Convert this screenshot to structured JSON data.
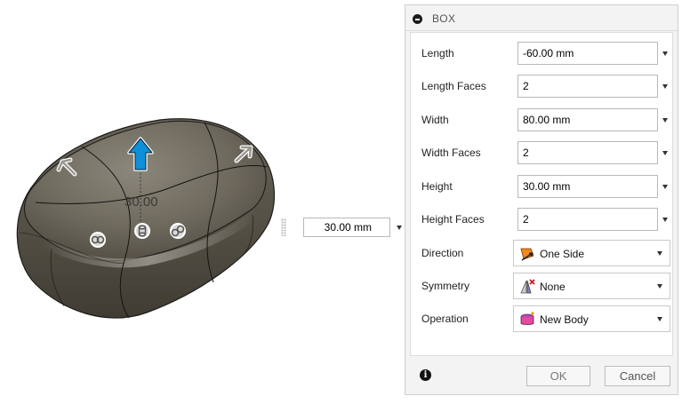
{
  "dialog": {
    "title": "BOX",
    "fields": [
      {
        "label": "Length",
        "value": "-60.00 mm"
      },
      {
        "label": "Length Faces",
        "value": "2"
      },
      {
        "label": "Width",
        "value": "80.00 mm"
      },
      {
        "label": "Width Faces",
        "value": "2"
      },
      {
        "label": "Height",
        "value": "30.00 mm"
      },
      {
        "label": "Height Faces",
        "value": "2"
      }
    ],
    "selects": [
      {
        "label": "Direction",
        "value": "One Side",
        "icon": "direction-icon"
      },
      {
        "label": "Symmetry",
        "value": "None",
        "icon": "symmetry-icon"
      },
      {
        "label": "Operation",
        "value": "New Body",
        "icon": "new-body-icon"
      }
    ],
    "ok_label": "OK",
    "cancel_label": "Cancel"
  },
  "viewport": {
    "dimension_label": "30.00",
    "float_input_value": "30.00 mm"
  },
  "colors": {
    "body_fill": "#6f6a5e",
    "manipulator_arrow": "#0f8fd8",
    "panel_bg": "#f3f3f3"
  }
}
